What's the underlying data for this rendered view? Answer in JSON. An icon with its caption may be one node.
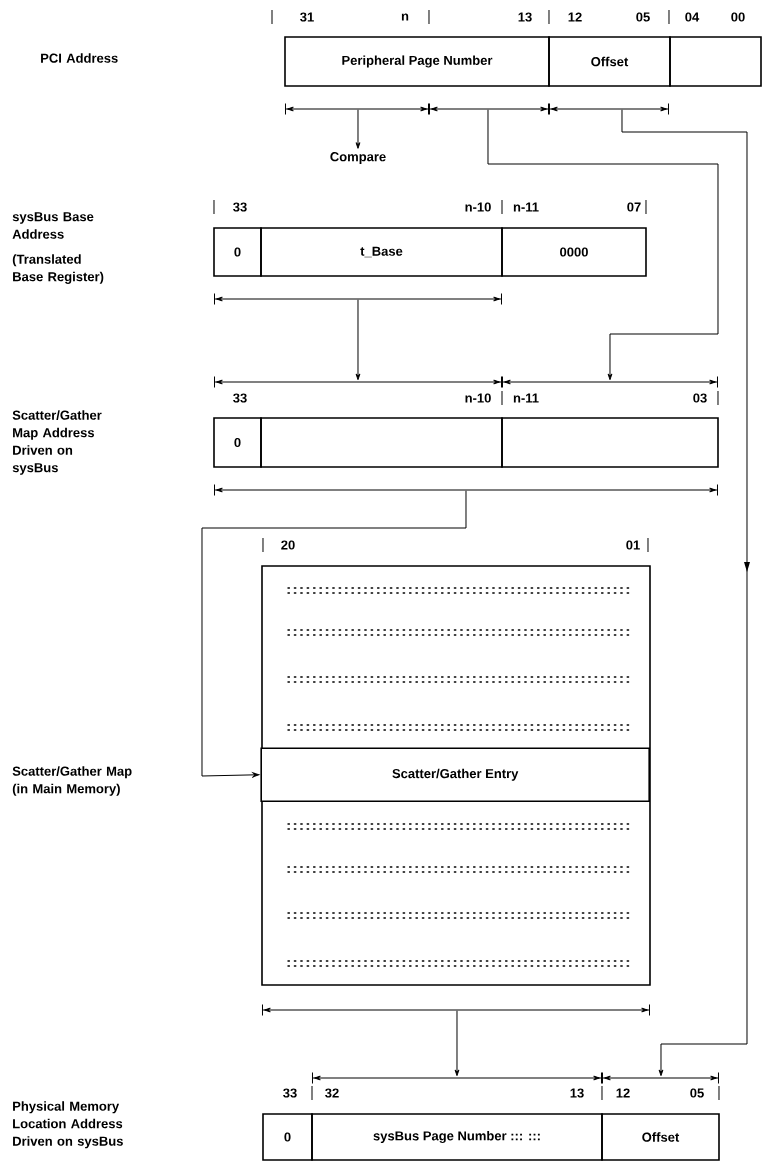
{
  "diagram": {
    "nodes": [
      {
        "text": [
          "Peripheral Page Number"
        ]
      },
      {
        "text": [
          "Offset"
        ]
      },
      {
        "text": [],
        "shape": "box"
      },
      {
        "text": [
          "Compare"
        ]
      },
      {
        "text": [
          "0"
        ]
      },
      {
        "text": [
          "t_Base"
        ]
      },
      {
        "text": [
          "0000"
        ]
      },
      {
        "text": [
          "0"
        ]
      },
      {
        "text": [],
        "shape": "box"
      },
      {
        "text": [],
        "shape": "box"
      },
      {
        "text": [],
        "shape": "box"
      },
      {
        "text": [
          "Scatter/Gather Entry"
        ],
        "in": 10
      },
      {
        "text": [
          "0"
        ]
      },
      {
        "text": [
          "sysBus Page Number ::: :::"
        ]
      },
      {
        "text": [
          "Offset"
        ]
      }
    ],
    "edges": [
      {
        "from": 0,
        "to": 3,
        "arrow": "to"
      },
      {
        "from": 0,
        "to": 9,
        "arrow": "to"
      },
      {
        "from": 1,
        "to": 14,
        "arrow": "to"
      },
      {
        "from": 5,
        "to": 8,
        "arrow": "to"
      },
      {
        "from": 8,
        "to": 11,
        "arrow": "to"
      },
      {
        "from": 10,
        "to": 13,
        "arrow": "to"
      }
    ],
    "labels": [
      "PCI Address",
      "31",
      "n",
      "13",
      "12",
      "05",
      "04",
      "00",
      "sysBus Base Address",
      "(Translated Base Register)",
      "33",
      "n-10",
      "n-11",
      "07",
      "33",
      "n-10",
      "n-11",
      "03",
      "Scatter/Gather Map Address Driven on sysBus",
      "20",
      "01",
      "Scatter/Gather Map (in Main Memory)",
      "33",
      "32",
      "13",
      "12",
      "05",
      "Physical Memory Location Address Driven on sysBus"
    ]
  }
}
